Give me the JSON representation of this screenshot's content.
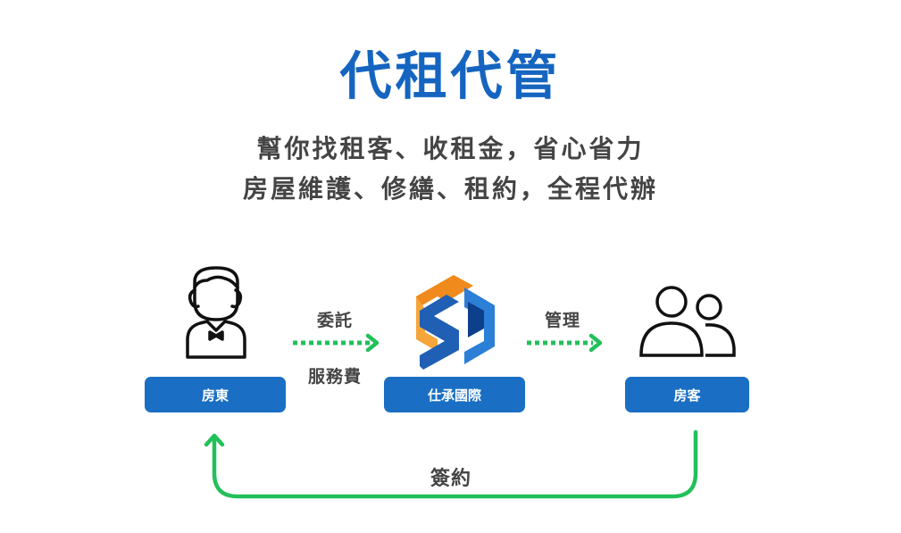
{
  "title": "代租代管",
  "subtitle_line1": "幫你找租客、收租金，省心省力",
  "subtitle_line2": "房屋維護、修繕、租約，全程代辦",
  "nodes": {
    "owner": "房東",
    "company": "仕承國際",
    "tenant": "房客"
  },
  "edges": {
    "entrust": "委託",
    "service_fee": "服務費",
    "manage": "管理",
    "contract": "簽約"
  },
  "colors": {
    "title": "#1565c0",
    "box": "#1a6fc4",
    "arrow": "#22c05a",
    "logo_orange": "#f08a1c",
    "logo_blue": "#1f5fb4"
  },
  "icons": [
    "landlord-icon",
    "company-logo-icon",
    "tenants-icon"
  ]
}
